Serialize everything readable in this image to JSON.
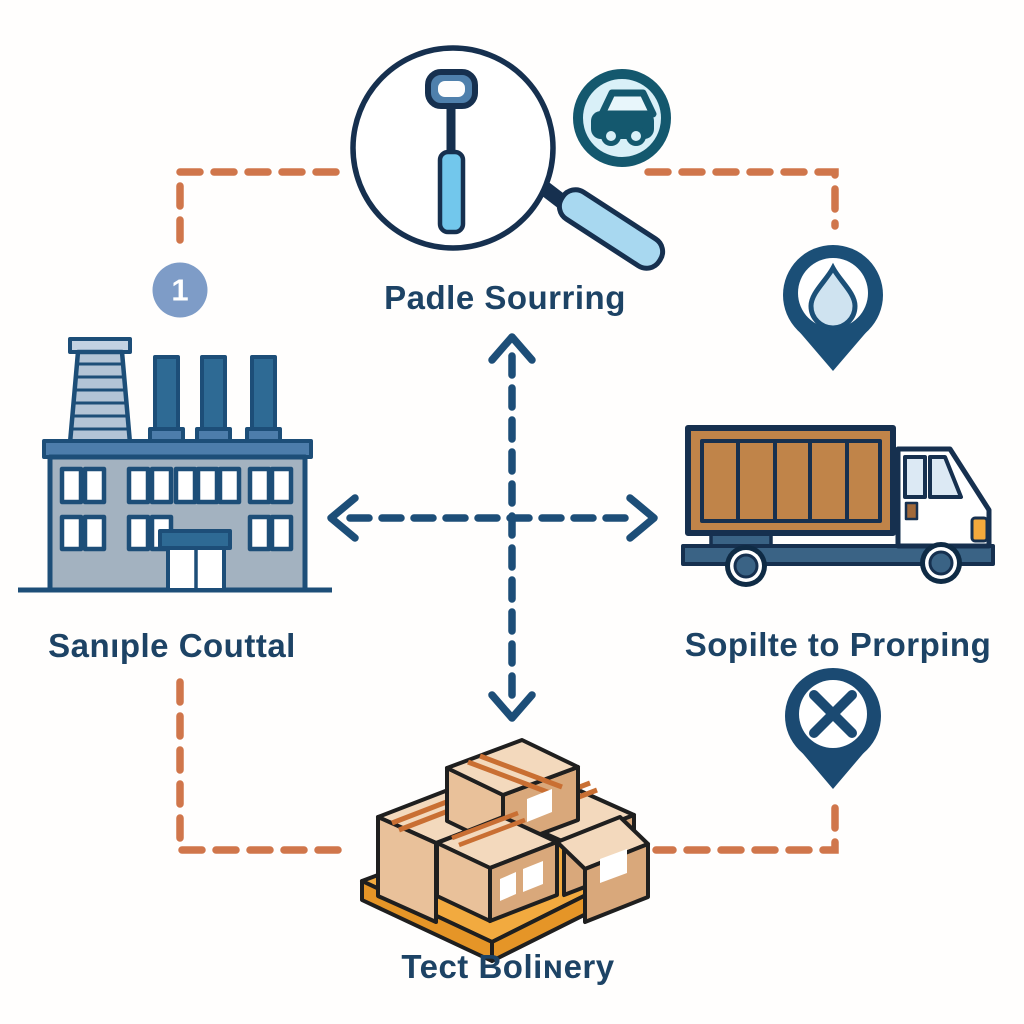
{
  "diagram": {
    "step_badge": {
      "value": "1"
    },
    "nodes": {
      "sourcing": {
        "label": "Padle Sourring",
        "icon": "magnifier-paddle-icon"
      },
      "factory": {
        "label": "Sanıple Couttal",
        "icon": "factory-icon"
      },
      "shipping": {
        "label": "Sopilte to Prorping",
        "icon": "cargo-truck-icon"
      },
      "delivery": {
        "label": "Tect Boliɴery",
        "icon": "pallet-boxes-icon"
      }
    },
    "markers": {
      "car_badge": "car-badge-icon",
      "water_pin": "water-drop-pin-icon",
      "cross_pin": "x-location-pin-icon"
    },
    "colors": {
      "navy_outline": "#1d4e78",
      "label_text": "#1d4365",
      "orange_dash": "#d0764b",
      "badge_blue": "#7e9cc7",
      "light_blue": "#a8d8f0",
      "sky_blue": "#72c7ec",
      "pale_blue": "#d9f0f8",
      "factory_body": "#a3b2c0",
      "roof_blue": "#4d7dab",
      "chimney_blue": "#2e6a94",
      "container_brown": "#c08449",
      "chassis_blue": "#3a6385",
      "headlight_orange": "#f3a93c",
      "box_top": "#f3d9bd",
      "box_left": "#e9c19a",
      "box_right": "#d9a87b",
      "tape_orange": "#c96f33",
      "pallet_orange": "#f2aa3f",
      "pallet_side": "#e59527",
      "pin_navy": "#1b4f77",
      "teal_badge": "#14586e"
    }
  }
}
